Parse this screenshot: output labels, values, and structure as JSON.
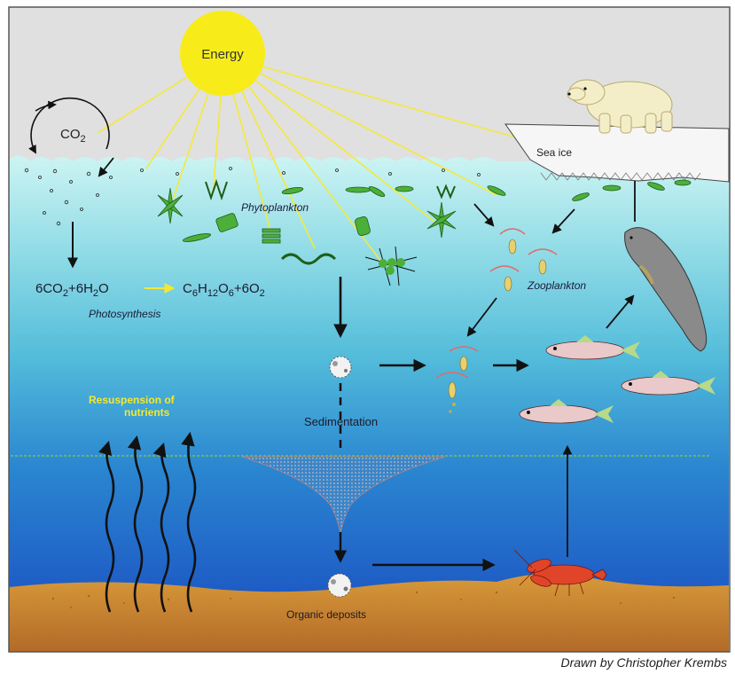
{
  "labels": {
    "energy": "Energy",
    "co2": "CO",
    "co2_sub": "2",
    "sea_ice": "Sea ice",
    "phytoplankton": "Phytoplankton",
    "zooplankton": "Zooplankton",
    "photosynthesis": "Photosynthesis",
    "sedimentation": "Sedimentation",
    "resuspension_line1": "Resuspension of",
    "resuspension_line2": "nutrients",
    "organic_deposits": "Organic deposits",
    "credit": "Drawn by Christopher Krembs"
  },
  "equation": {
    "lhs_a": "6CO",
    "lhs_a_sub": "2",
    "lhs_b": "+6H",
    "lhs_b_sub": "2",
    "lhs_c": "O",
    "rhs_a": "C",
    "rhs_a_sub": "6",
    "rhs_b": "H",
    "rhs_b_sub": "12",
    "rhs_c": "O",
    "rhs_c_sub": "6",
    "rhs_d": "+6O",
    "rhs_d_sub": "2"
  },
  "colors": {
    "sky": "#e0e0e0",
    "sun": "#f7ec1a",
    "water_top": "#c6f1f1",
    "water_mid": "#55bdd9",
    "water_deep": "#1f62c9",
    "sediment": "#c98930",
    "plankton": "#4caf3a",
    "krill": "#e58a6a",
    "resuspension_text": "#f2e832"
  }
}
